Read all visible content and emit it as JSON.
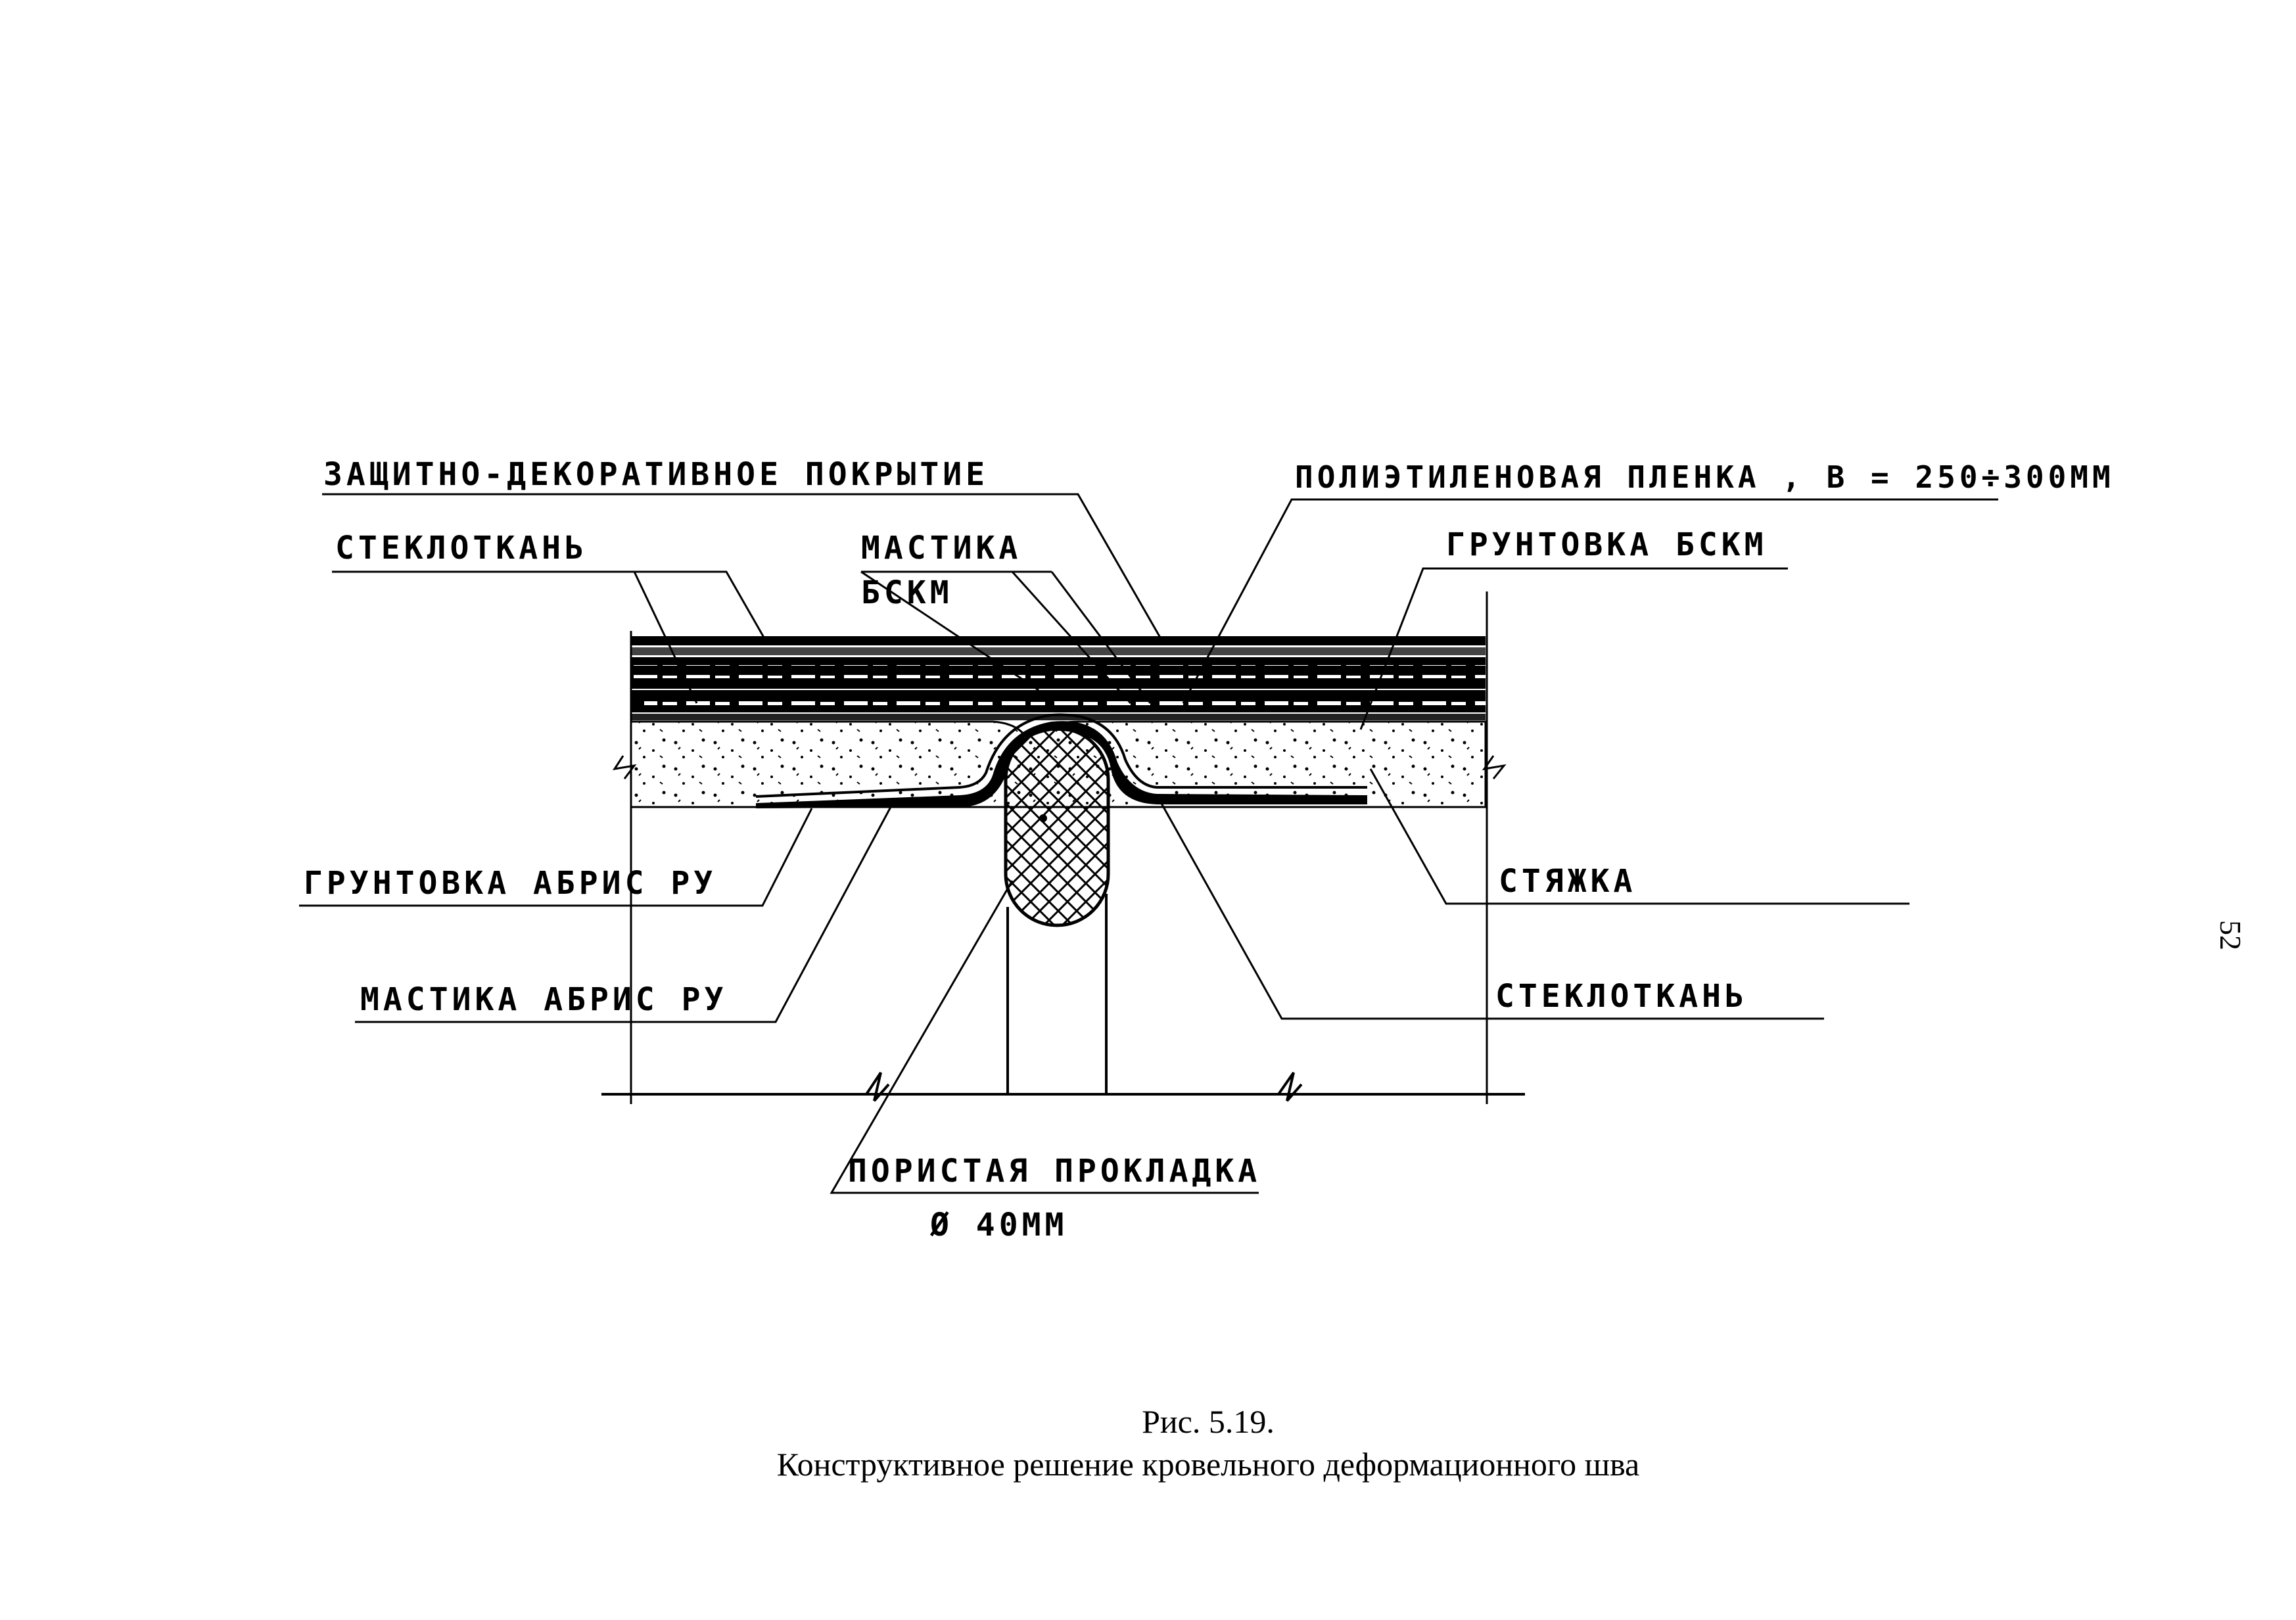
{
  "labels": {
    "protective_coating": "ЗАЩИТНО-ДЕКОРАТИВНОЕ ПОКРЫТИЕ",
    "fiberglass_top": "СТЕКЛОТКАНЬ",
    "mastic": "МАСТИКА",
    "bskm": "БСКМ",
    "polyethylene_film": "ПОЛИЭТИЛЕНОВАЯ ПЛЕНКА , В = 250÷300ММ",
    "primer_bskm": "ГРУНТОВКА БСКМ",
    "primer_abrisru": "ГРУНТОВКА АБРИС РУ",
    "mastic_abrisru": "МАСТИКА АБРИС РУ",
    "screed": "СТЯЖКА",
    "fiberglass_bottom": "СТЕКЛОТКАНЬ",
    "porous_gasket": "ПОРИСТАЯ ПРОКЛАДКА",
    "gasket_diameter": "Ø 40ММ"
  },
  "caption": {
    "figure_number": "Рис. 5.19.",
    "title": "Конструктивное решение кровельного деформационного шва"
  },
  "page_number": "52"
}
